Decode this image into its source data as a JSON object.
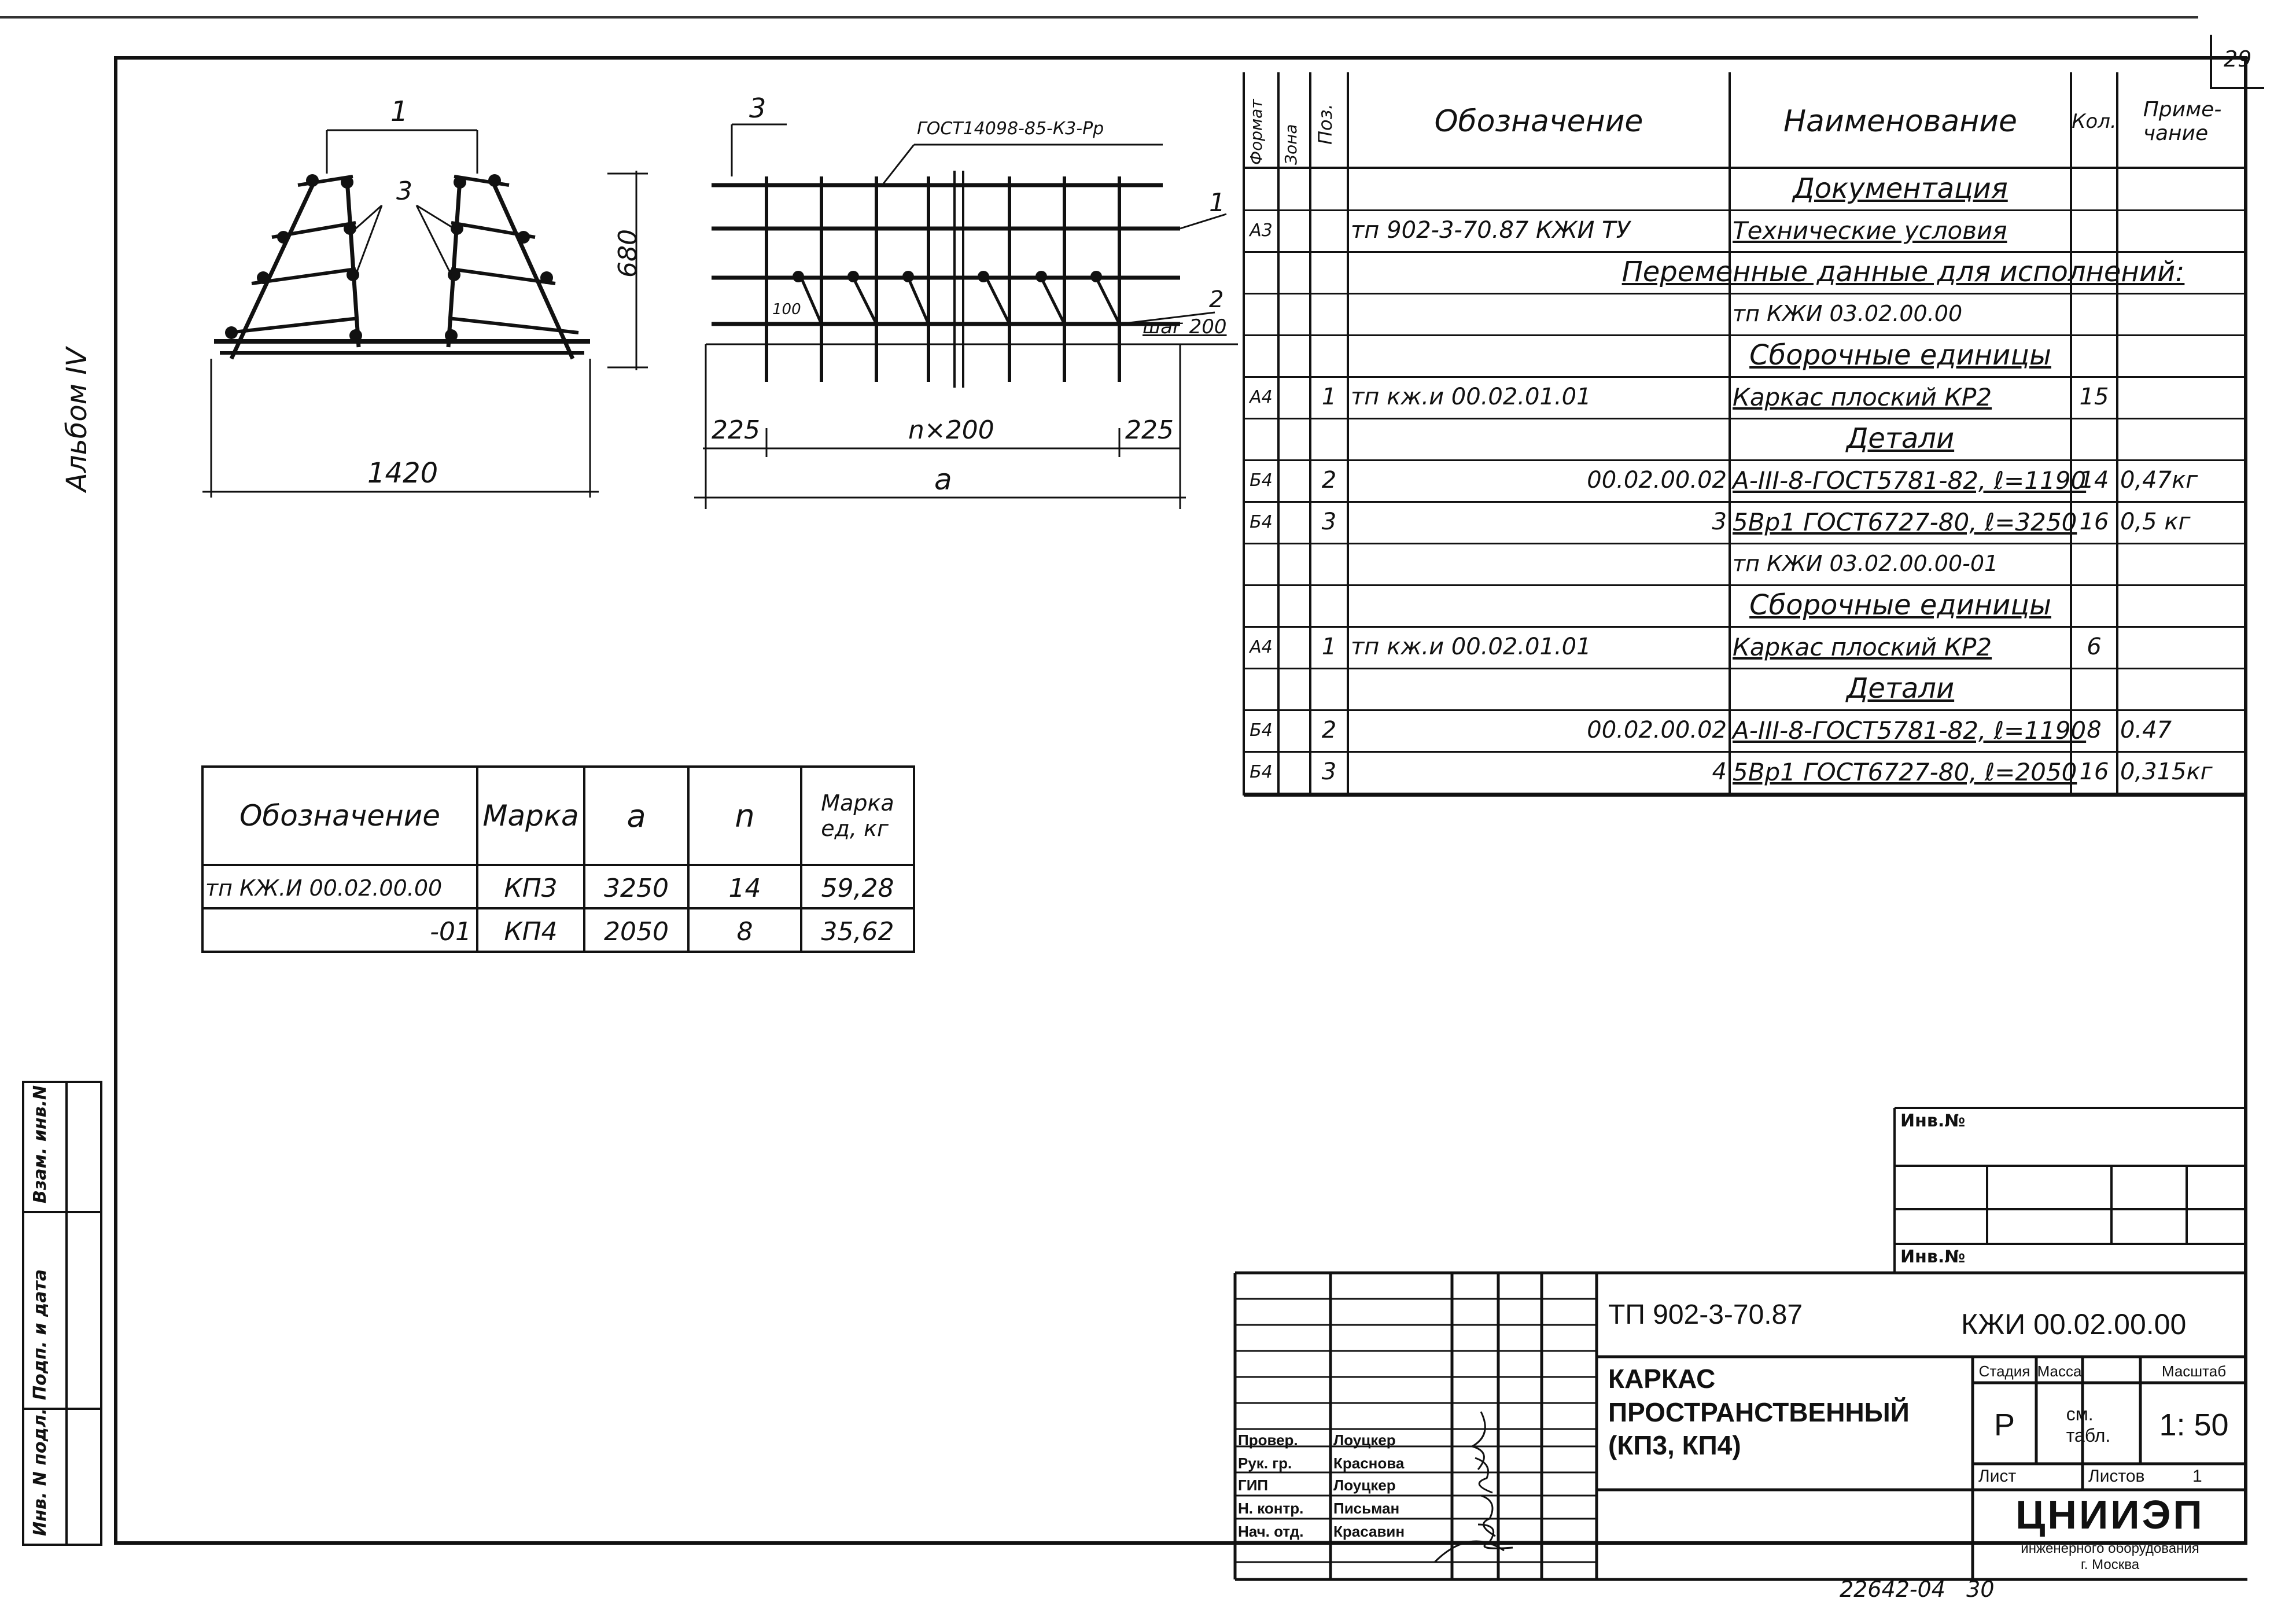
{
  "sheet_number": "29",
  "album_label": "Альбом IV",
  "drawings": {
    "cross_section": {
      "pos1": "1",
      "pos3": "3",
      "height": "680",
      "width": "1420"
    },
    "elevation": {
      "pos3": "3",
      "gost_note": "ГОСТ14098-85-К3-Рр",
      "pos1": "1",
      "pos2": "2",
      "step": "шаг 200",
      "dim_100": "100",
      "dim_left": "225",
      "dim_mid": "n×200",
      "dim_right": "225",
      "dim_a": "a"
    }
  },
  "spec": {
    "headers": {
      "format": "Формат",
      "zone": "Зона",
      "pos": "Поз.",
      "designation": "Обозначение",
      "name": "Наименование",
      "qty": "Кол.",
      "note": "Приме-\nчание"
    },
    "rows": [
      {
        "f": "",
        "z": "",
        "p": "",
        "d": "",
        "n": "Документация",
        "q": "",
        "m": "",
        "style": "center-u"
      },
      {
        "f": "А3",
        "z": "",
        "p": "",
        "d": "тп  902-3-70.87  КЖИ ТУ",
        "n": "Технические условия",
        "q": "",
        "m": "",
        "style": "u"
      },
      {
        "f": "",
        "z": "",
        "p": "",
        "d": "",
        "n": "Переменные данные для исполнений:",
        "q": "",
        "m": "",
        "style": "wide"
      },
      {
        "f": "",
        "z": "",
        "p": "",
        "d": "",
        "n": "тп          КЖИ 03.02.00.00",
        "q": "",
        "m": "",
        "style": "plain"
      },
      {
        "f": "",
        "z": "",
        "p": "",
        "d": "",
        "n": "Сборочные единицы",
        "q": "",
        "m": "",
        "style": "center-u"
      },
      {
        "f": "А4",
        "z": "",
        "p": "1",
        "d": "тп    кж.и    00.02.01.01",
        "n": "Каркас плоский КР2",
        "q": "15",
        "m": "",
        "style": "u"
      },
      {
        "f": "",
        "z": "",
        "p": "",
        "d": "",
        "n": "Детали",
        "q": "",
        "m": "",
        "style": "center-u"
      },
      {
        "f": "Б4",
        "z": "",
        "p": "2",
        "d": "00.02.00.02",
        "n": "А-III-8-ГОСТ5781-82, ℓ=1190",
        "q": "14",
        "m": "0,47кг",
        "style": "u"
      },
      {
        "f": "Б4",
        "z": "",
        "p": "3",
        "d": "3",
        "n": "5Вр1 ГОСТ6727-80, ℓ=3250",
        "q": "16",
        "m": "0,5 кг",
        "style": "u"
      },
      {
        "f": "",
        "z": "",
        "p": "",
        "d": "",
        "n": "тп          КЖИ 03.02.00.00-01",
        "q": "",
        "m": "",
        "style": "plain"
      },
      {
        "f": "",
        "z": "",
        "p": "",
        "d": "",
        "n": "Сборочные единицы",
        "q": "",
        "m": "",
        "style": "center-u"
      },
      {
        "f": "А4",
        "z": "",
        "p": "1",
        "d": "тп    кж.и    00.02.01.01",
        "n": "Каркас плоский КР2",
        "q": "6",
        "m": "",
        "style": "u"
      },
      {
        "f": "",
        "z": "",
        "p": "",
        "d": "",
        "n": "Детали",
        "q": "",
        "m": "",
        "style": "center-u"
      },
      {
        "f": "Б4",
        "z": "",
        "p": "2",
        "d": "00.02.00.02",
        "n": "А-III-8-ГОСТ5781-82, ℓ=1190",
        "q": "8",
        "m": "0.47",
        "style": "u"
      },
      {
        "f": "Б4",
        "z": "",
        "p": "3",
        "d": "4",
        "n": "5Вр1 ГОСТ6727-80, ℓ=2050",
        "q": "16",
        "m": "0,315кг",
        "style": "u"
      }
    ]
  },
  "marks_table": {
    "headers": [
      "Обозначение",
      "Марка",
      "a",
      "n",
      "Марка\nед, кг"
    ],
    "rows": [
      [
        "тп  КЖ.И  00.02.00.00",
        "КП3",
        "3250",
        "14",
        "59,28"
      ],
      [
        "-01",
        "КП4",
        "2050",
        "8",
        "35,62"
      ]
    ]
  },
  "side_labels": {
    "vzam": "Взам. инв.N",
    "podp": "Подп. и дата",
    "inv": "Инв. N подл."
  },
  "inv_box": {
    "inv1": "Инв.№",
    "inv2": "Инв.№"
  },
  "title_block": {
    "project": "ТП 902-3-70.87",
    "code": "КЖИ 00.02.00.00",
    "title": "КАРКАС\nПРОСТРАНСТВЕННЫЙ\n(КП3, КП4)",
    "stage_label": "Стадия",
    "mass_label": "Масса",
    "scale_label": "Масштаб",
    "stage": "Р",
    "mass": "см.\nтабл.",
    "scale": "1: 50",
    "sheet_label": "Лист",
    "sheets_label": "Листов",
    "sheets": "1",
    "org": "ЦНИИЭП",
    "org_sub": "инженерного оборудования\nг. Москва",
    "people": [
      {
        "role": "Провер.",
        "name": "Лоуцкер"
      },
      {
        "role": "Рук. гр.",
        "name": "Краснова"
      },
      {
        "role": "ГИП",
        "name": "Лоуцкер"
      },
      {
        "role": "Н. контр.",
        "name": "Письман"
      },
      {
        "role": "Нач. отд.",
        "name": "Красавин"
      }
    ]
  },
  "footer_code": "22642-04   30"
}
